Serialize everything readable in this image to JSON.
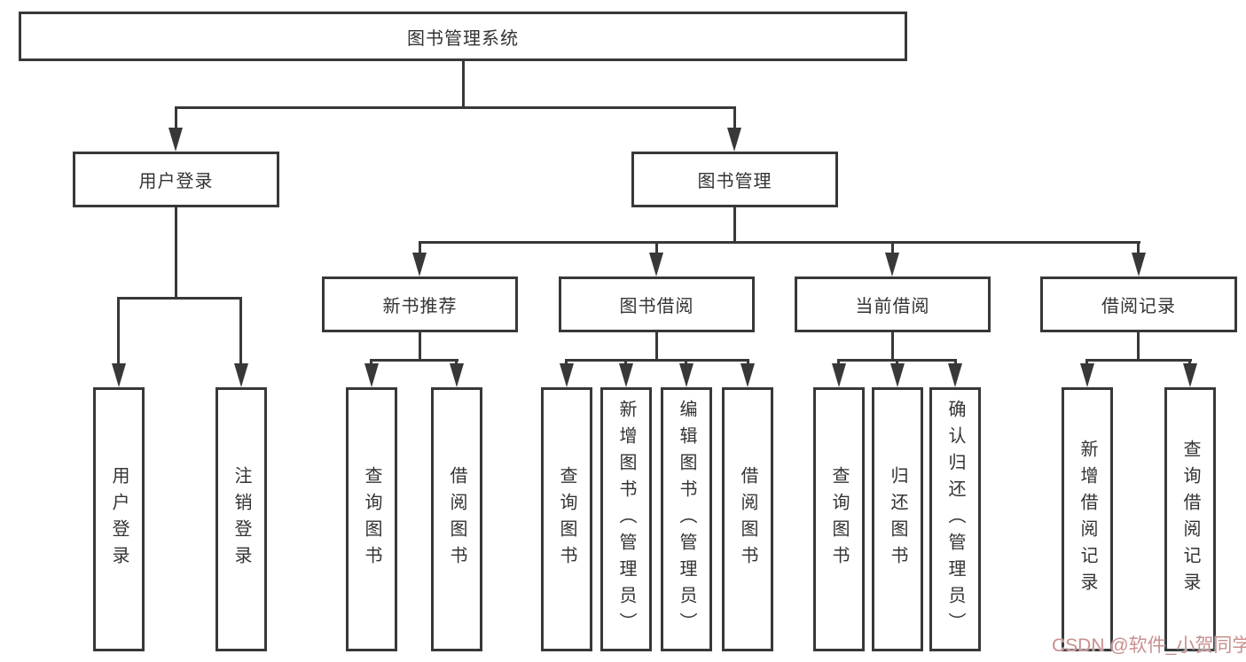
{
  "diagram": {
    "root": "图书管理系统",
    "level1": {
      "user_login": "用户登录",
      "book_mgmt": "图书管理"
    },
    "level2": {
      "new_book": "新书推荐",
      "book_borrow": "图书借阅",
      "current_borrow": "当前借阅",
      "borrow_record": "借阅记录"
    },
    "leaves": {
      "user_login": [
        "用户登录",
        "注销登录"
      ],
      "new_book": [
        "查询图书",
        "借阅图书"
      ],
      "book_borrow": [
        "查询图书",
        "新增图书（管理员）",
        "编辑图书（管理员）",
        "借阅图书"
      ],
      "current_borrow": [
        "查询图书",
        "归还图书",
        "确认归还（管理员）"
      ],
      "borrow_record": [
        "新增借阅记录",
        "查询借阅记录"
      ]
    }
  },
  "watermark": {
    "text": "CSDN @软件_小贺同学"
  },
  "colors": {
    "line": "#383838",
    "text": "#333333",
    "watermark": "#c98f8f",
    "background": "#ffffff"
  }
}
